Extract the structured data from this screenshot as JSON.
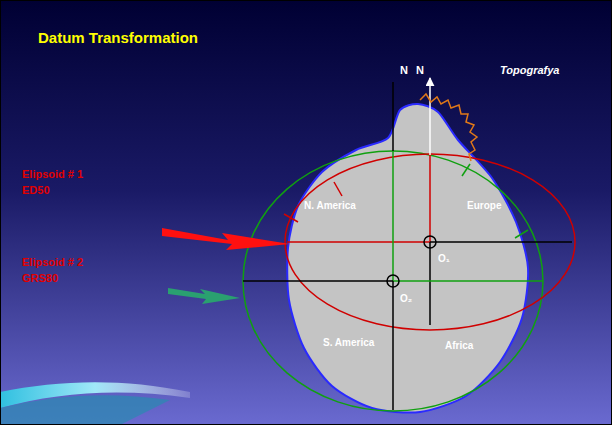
{
  "diagram": {
    "title": "Datum Transformation",
    "labels": [
      "N",
      "N",
      "Topografya",
      "N. America",
      "Europe",
      "O₁",
      "O₂",
      "S. America",
      "Africa",
      "Elipsoid # 1",
      "ED50",
      "Elipsoid # 2",
      "GRS80"
    ]
  }
}
